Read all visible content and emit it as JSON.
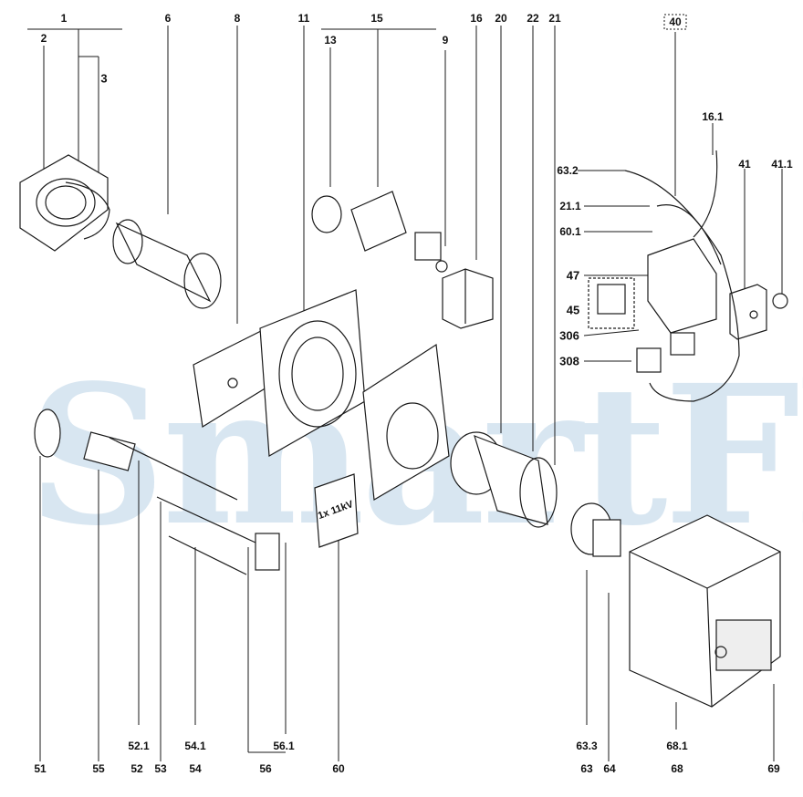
{
  "watermark": "SmartFlam",
  "labels": {
    "p1": "1",
    "p2": "2",
    "p3": "3",
    "p6": "6",
    "p8": "8",
    "p11": "11",
    "p13": "13",
    "p15": "15",
    "p9": "9",
    "p16": "16",
    "p20": "20",
    "p22": "22",
    "p21": "21",
    "p40": "40",
    "p16_1": "16.1",
    "p41": "41",
    "p41_1": "41.1",
    "p63_2": "63.2",
    "p21_1": "21.1",
    "p60_1": "60.1",
    "p47": "47",
    "p45": "45",
    "p306": "306",
    "p308": "308",
    "p51": "51",
    "p55": "55",
    "p52_1": "52.1",
    "p52": "52",
    "p53": "53",
    "p54_1": "54.1",
    "p54": "54",
    "p56_1": "56.1",
    "p56": "56",
    "p60": "60",
    "p63_3": "63.3",
    "p63": "63",
    "p64": "64",
    "p68_1": "68.1",
    "p68": "68",
    "p69": "69"
  },
  "ignition_label": "1x 11kV"
}
